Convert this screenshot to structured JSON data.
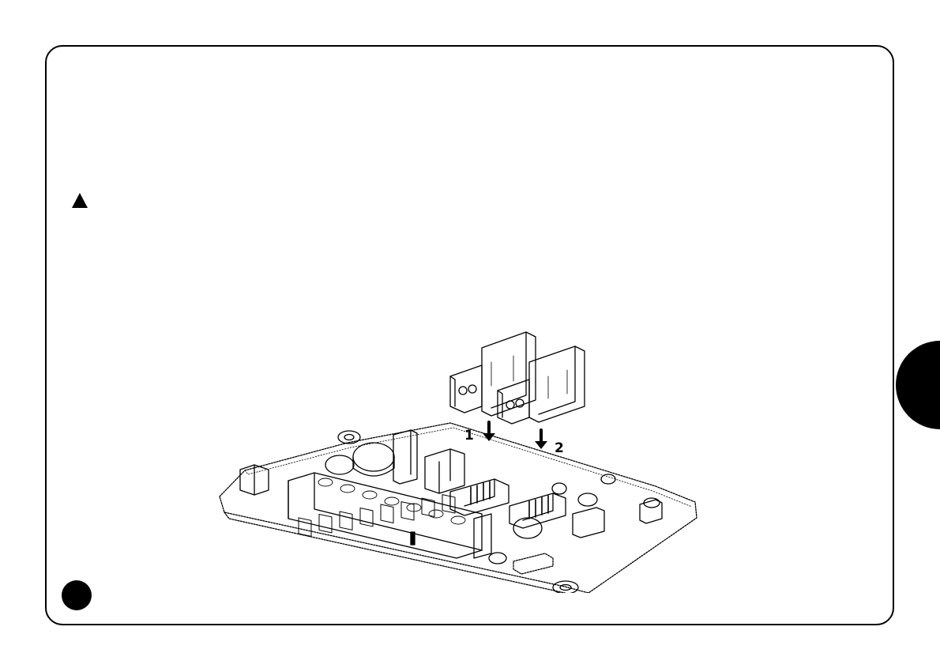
{
  "figure": {
    "step_1": "1",
    "step_2": "2"
  },
  "icons": {
    "warning": "warning-triangle-icon",
    "page_marker": "filled-circle-icon",
    "section_tab": "black-half-circle-tab"
  },
  "colors": {
    "ink": "#000000",
    "paper": "#ffffff"
  }
}
